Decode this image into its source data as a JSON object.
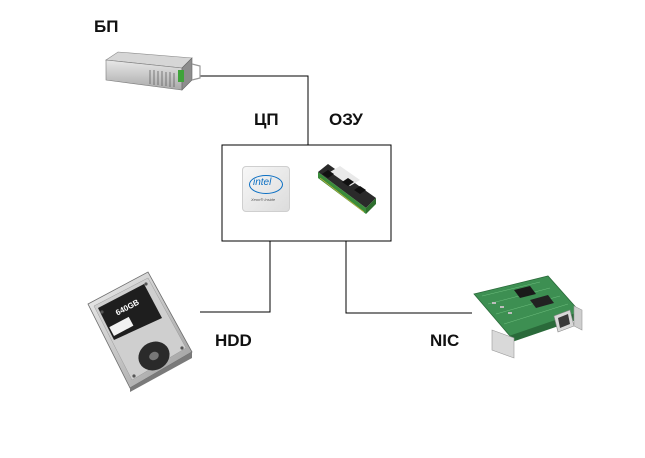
{
  "labels": {
    "psu": "БП",
    "cpu": "ЦП",
    "ram": "ОЗУ",
    "hdd": "HDD",
    "nic": "NIC"
  },
  "cpu_chip": {
    "brand": "intel",
    "model": "Xeon® Inside"
  },
  "hdd_disk": {
    "capacity": "640GB"
  },
  "colors": {
    "wire": "#000000",
    "intel_blue": "#0b6fc3",
    "pcb_green": "#2f8a4a",
    "ram_black": "#1c1c1c"
  }
}
